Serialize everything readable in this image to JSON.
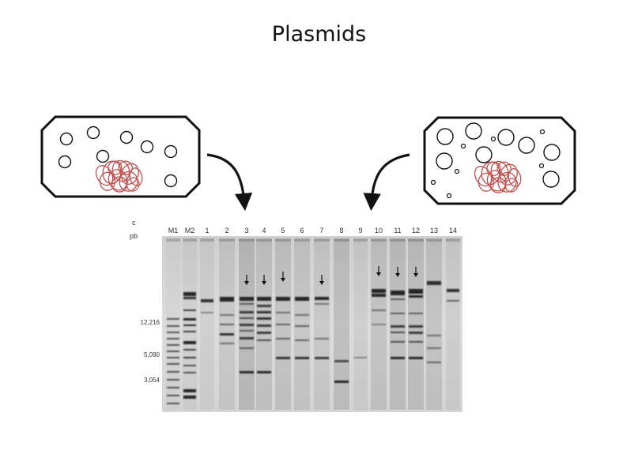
{
  "title": "Plasmids",
  "gel": {
    "corner_label": "c",
    "unit_label": "pb",
    "lanes": [
      "M1",
      "M2",
      "1",
      "2",
      "3",
      "4",
      "5",
      "6",
      "7",
      "8",
      "9",
      "10",
      "11",
      "12",
      "13",
      "14"
    ],
    "size_markers": [
      "12,216",
      "5,090",
      "3,054"
    ],
    "arrow_lanes": [
      "3",
      "4",
      "5",
      "7",
      "10",
      "11",
      "12"
    ]
  },
  "colors": {
    "cell_outline": "#111111",
    "chromosome": "#c0504d",
    "gel_background": "#d6d6d6",
    "band": "#1a1a1a"
  },
  "icons": {
    "left_cell": "bacterial-cell-with-plasmids",
    "right_cell": "bacterial-cell-with-many-plasmids",
    "chromosome": "tangled-chromosome-scribble",
    "arrows": "curved-arrow"
  }
}
